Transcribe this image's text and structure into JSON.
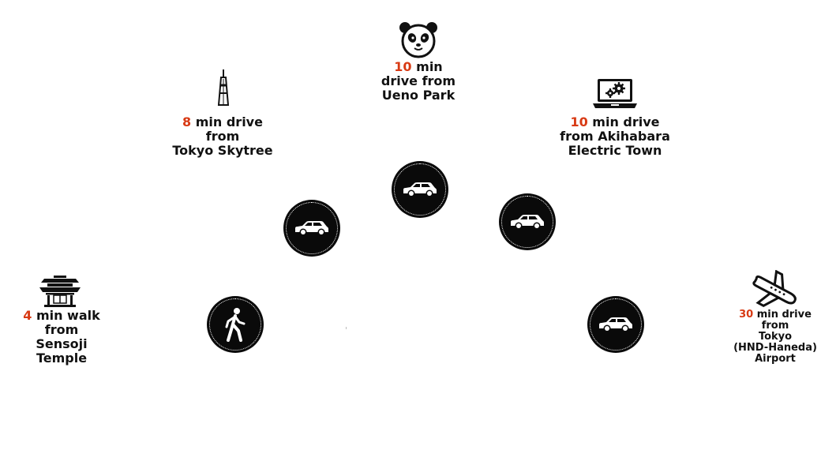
{
  "destinations": {
    "ueno": {
      "num": "10",
      "l1": "min",
      "l2": "drive from",
      "l3": "Ueno Park",
      "icon": "panda-icon"
    },
    "skytree": {
      "num": "8",
      "l1": "min drive",
      "l2": "from",
      "l3": "Tokyo Skytree",
      "icon": "tower-icon"
    },
    "akihabara": {
      "num": "10",
      "l1": "min drive",
      "l2": "from Akihabara",
      "l3": "Electric Town",
      "icon": "laptop-gears-icon"
    },
    "sensoji": {
      "num": "4",
      "l1": "min walk",
      "l2": "from",
      "l3": "Sensoji",
      "l4": "Temple",
      "icon": "temple-icon"
    },
    "haneda": {
      "num": "30",
      "l1": "min drive",
      "l2": "from",
      "l3": "Tokyo",
      "l4": "(HND-Haneda)",
      "l5": "Airport",
      "icon": "airplane-icon"
    }
  },
  "badges": [
    "walk-icon",
    "car-icon",
    "car-icon",
    "car-icon",
    "car-icon"
  ],
  "colors": {
    "accent": "#d83a14",
    "badge": "#0a0a0a",
    "text": "#111111"
  }
}
